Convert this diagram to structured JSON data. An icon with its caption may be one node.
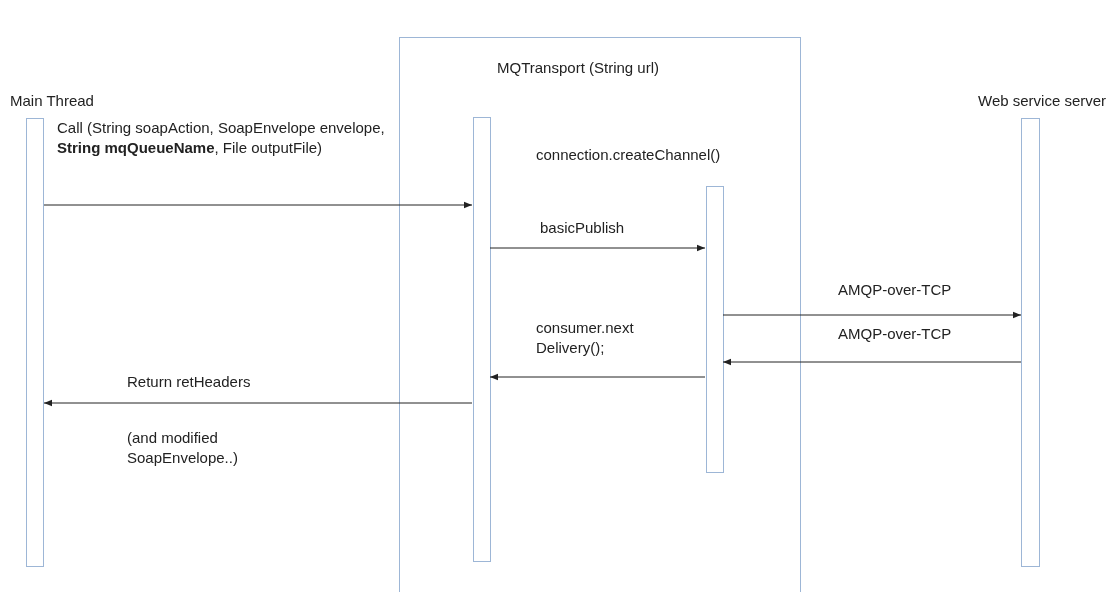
{
  "diagram": {
    "nodes": [
      {
        "text": [
          "Main Thread"
        ]
      },
      {
        "text": [
          "MQTransport (String url)"
        ]
      },
      {
        "text": [],
        "shape": "bar",
        "in": 1
      },
      {
        "text": [
          "connection.createChannel()"
        ],
        "in": 1
      },
      {
        "text": [
          "Web service server"
        ]
      }
    ],
    "edges": [
      {
        "from": 0,
        "to": 2,
        "arrow": "to",
        "label": "Call (String soapAction, SoapEnvelope envelope, **String mqQueueName**, File outputFile)"
      },
      {
        "from": 2,
        "to": 3,
        "arrow": "to",
        "label": "basicPublish"
      },
      {
        "from": 3,
        "to": 4,
        "arrow": "to",
        "label": "AMQP-over-TCP"
      },
      {
        "from": 4,
        "to": 3,
        "arrow": "to",
        "label": "AMQP-over-TCP"
      },
      {
        "from": 3,
        "to": 2,
        "arrow": "to",
        "label": "consumer.next Delivery();"
      },
      {
        "from": 2,
        "to": 0,
        "arrow": "to",
        "label": "Return retHeaders"
      }
    ],
    "labels": [
      "(and modified SoapEnvelope..)"
    ]
  }
}
